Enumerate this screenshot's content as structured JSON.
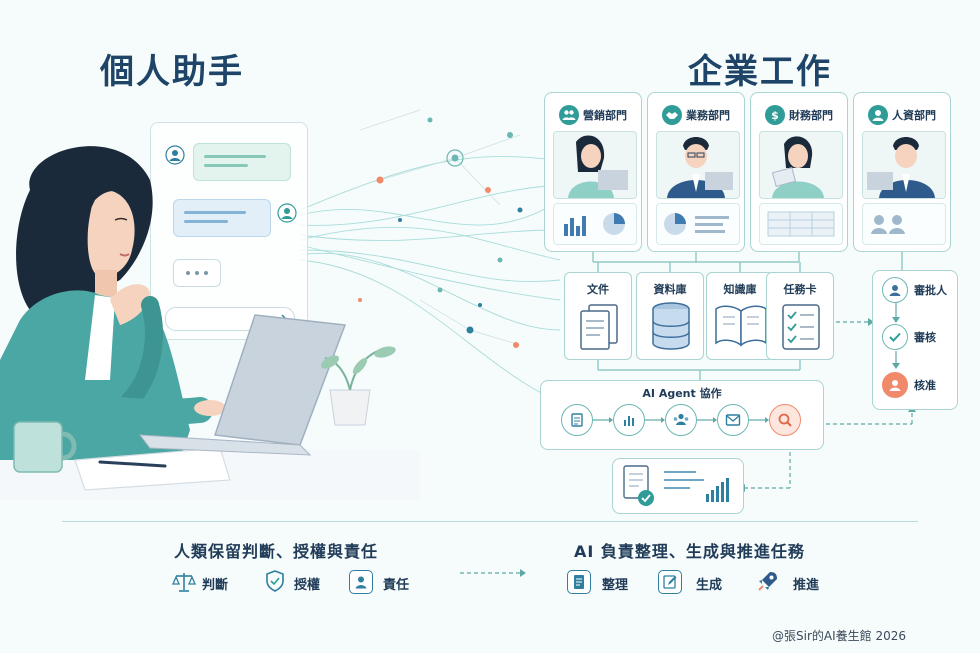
{
  "left_title": "個人助手",
  "right_title": "企業工作",
  "departments": [
    {
      "label": "營銷部門",
      "icon": "users-icon"
    },
    {
      "label": "業務部門",
      "icon": "handshake-icon"
    },
    {
      "label": "財務部門",
      "icon": "dollar-icon"
    },
    {
      "label": "人資部門",
      "icon": "person-icon"
    }
  ],
  "resources": [
    {
      "label": "文件",
      "icon": "documents-icon"
    },
    {
      "label": "資料庫",
      "icon": "database-icon"
    },
    {
      "label": "知識庫",
      "icon": "book-icon"
    },
    {
      "label": "任務卡",
      "icon": "checklist-icon"
    }
  ],
  "approval": [
    {
      "label": "審批人",
      "icon": "person-icon"
    },
    {
      "label": "審核",
      "icon": "check-icon"
    },
    {
      "label": "核准",
      "icon": "person-icon"
    }
  ],
  "agent_title": "AI Agent 協作",
  "agent_steps": [
    "document-icon",
    "bar-chart-icon",
    "team-icon",
    "mail-icon",
    "search-icon"
  ],
  "bottom_left": {
    "title": "人類保留判斷、授權與責任",
    "items": [
      {
        "label": "判斷",
        "icon": "scale-icon"
      },
      {
        "label": "授權",
        "icon": "shield-icon"
      },
      {
        "label": "責任",
        "icon": "person-icon"
      }
    ]
  },
  "bottom_right": {
    "title": "AI 負責整理、生成與推進任務",
    "items": [
      {
        "label": "整理",
        "icon": "document-icon"
      },
      {
        "label": "生成",
        "icon": "edit-icon"
      },
      {
        "label": "推進",
        "icon": "rocket-icon"
      }
    ]
  },
  "footer": "@張Sir的AI養生館 2026",
  "colors": {
    "accent": "#2f9c98",
    "navy": "#1e4468",
    "border": "#a9d4d2",
    "highlight": "#f08a6b"
  }
}
